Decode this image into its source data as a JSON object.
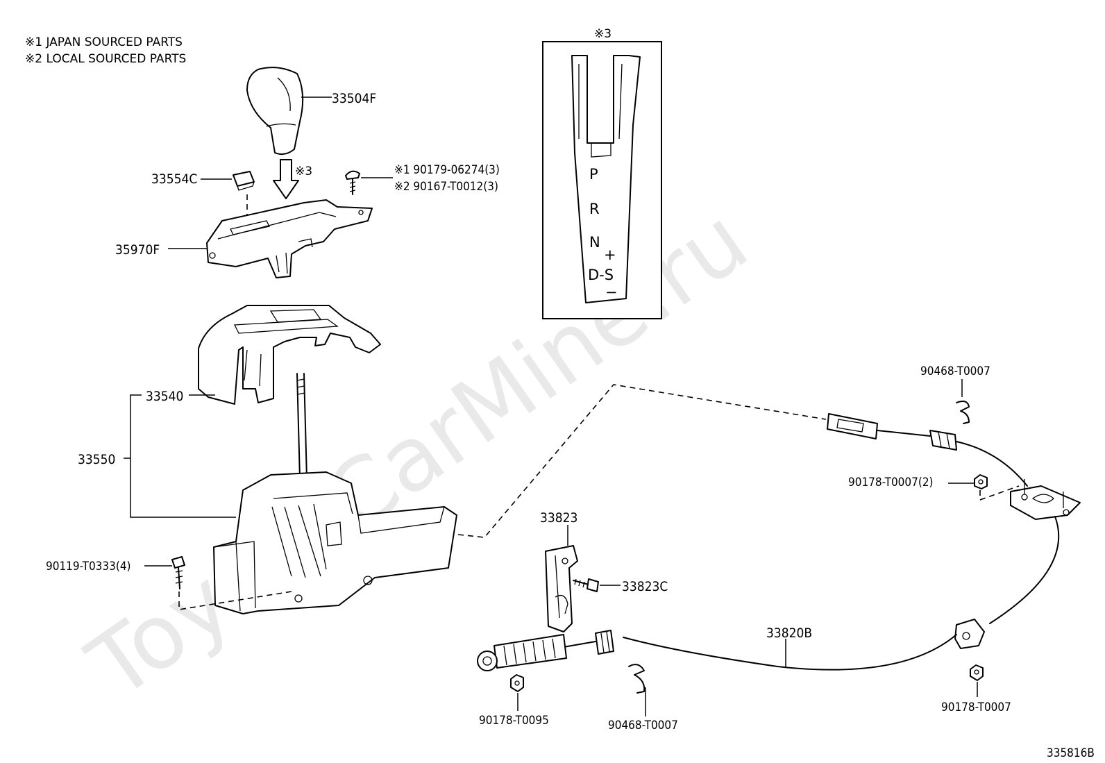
{
  "watermark": "ToyotaCarMine.ru",
  "notes": {
    "japan": "※1 JAPAN SOURCED PARTS",
    "local": "※2 LOCAL SOURCED PARTS"
  },
  "gate_panel": {
    "ref": "※3",
    "positions": [
      "P",
      "R",
      "N",
      "D-S"
    ],
    "plus": "+",
    "minus": "−"
  },
  "arrow_ref": "※3",
  "labels": {
    "knob": "33504F",
    "cap": "33554C",
    "screw_1": "※1  90179-06274(3)",
    "screw_2": "※2  90167-T0012(3)",
    "indicator": "35970F",
    "cover": "33540",
    "assy": "33550",
    "bolt": "90119-T0333(4)",
    "bracket": "33823",
    "bracket_bolt": "33823C",
    "cable": "33820B",
    "clip_top": "90468-T0007",
    "nut_top": "90178-T0007(2)",
    "nut_left": "90178-T0095",
    "clip_bottom": "90468-T0007",
    "nut_right": "90178-T0007"
  },
  "figure_id": "335816B"
}
